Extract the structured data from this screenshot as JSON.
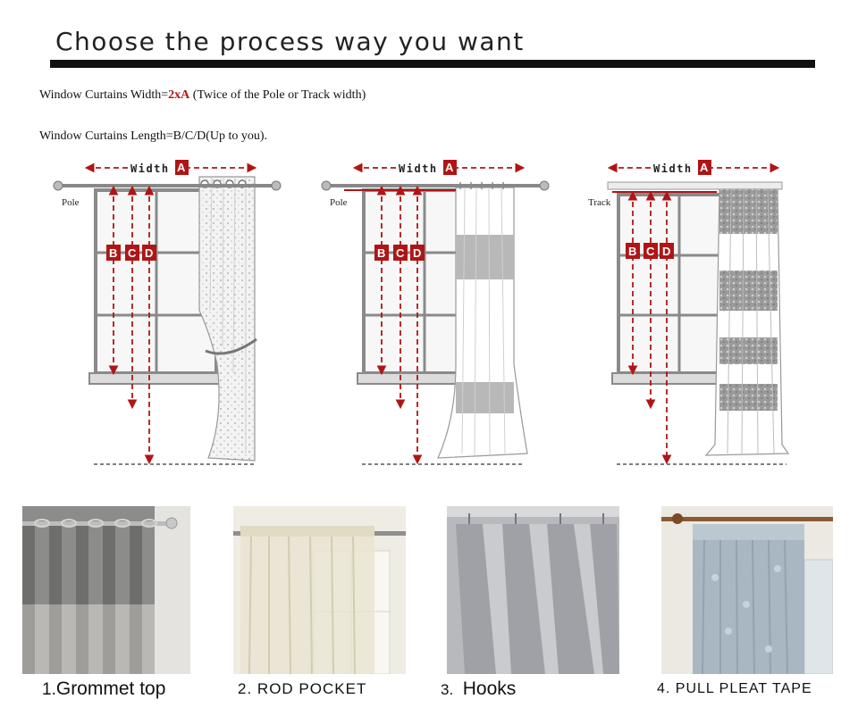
{
  "heading": "Choose the process way you want",
  "notes": {
    "width_prefix": "Window Curtains Width=",
    "width_formula": "2xA",
    "width_suffix": " (Twice of the Pole or Track width)",
    "length_text": "Window Curtains Length=B/C/D(Up to you)."
  },
  "diagrams": [
    {
      "width_label": "Width",
      "width_letter": "A",
      "rail_label": "Pole",
      "b": "B",
      "c": "C",
      "d": "D"
    },
    {
      "width_label": "Width",
      "width_letter": "A",
      "rail_label": "Pole",
      "b": "B",
      "c": "C",
      "d": "D"
    },
    {
      "width_label": "Width",
      "width_letter": "A",
      "rail_label": "Track",
      "b": "B",
      "c": "C",
      "d": "D"
    }
  ],
  "styles": [
    {
      "number": "1.",
      "name": "Grommet top"
    },
    {
      "number": "2.",
      "name": "ROD POCKET"
    },
    {
      "number": "3.",
      "name": "Hooks"
    },
    {
      "number": "4.",
      "name": "PULL PLEAT TAPE"
    }
  ],
  "colors": {
    "accent": "#b01515",
    "rule": "#111111"
  }
}
